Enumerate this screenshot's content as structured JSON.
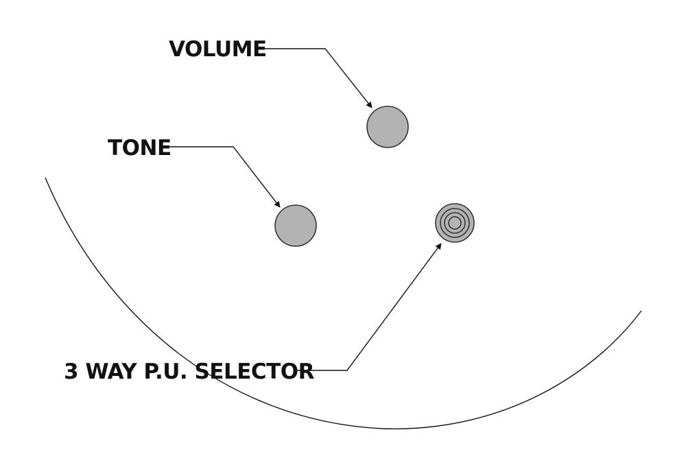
{
  "labels": {
    "volume": "VOLUME",
    "tone": "TONE",
    "selector": "3 WAY P.U. SELECTOR"
  },
  "colors": {
    "knob_fill": "#b3b3b3",
    "line": "#111111",
    "background": "#ffffff"
  }
}
